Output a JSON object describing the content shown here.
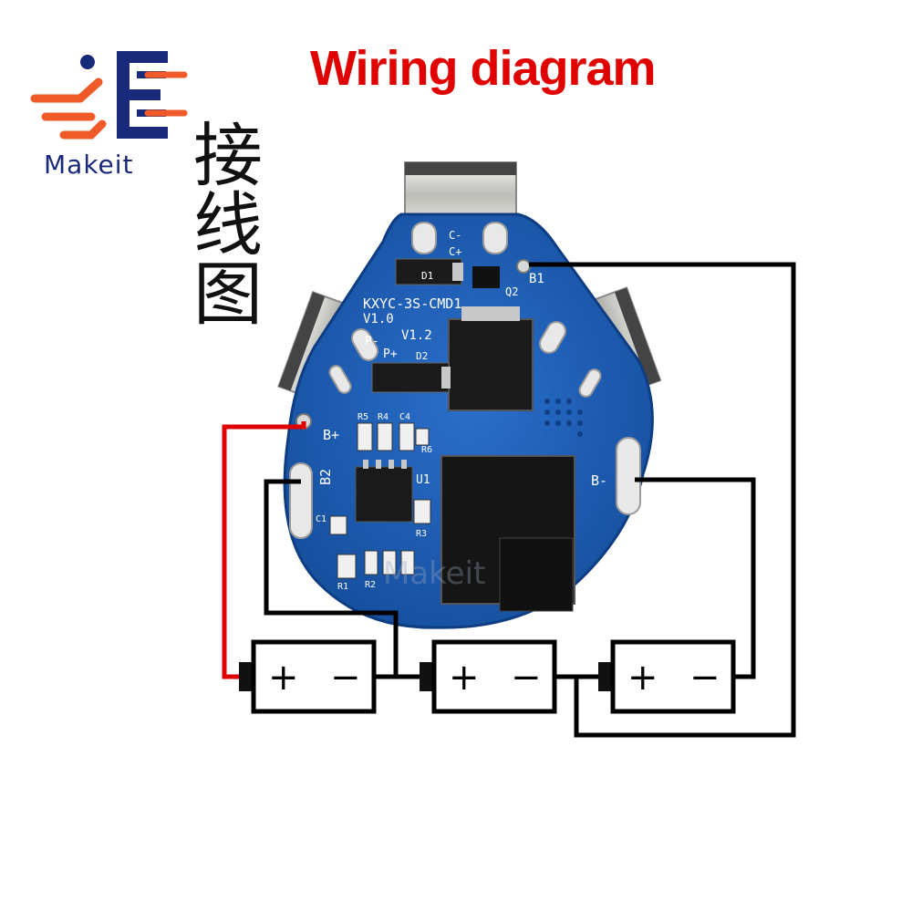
{
  "title": "Wiring diagram",
  "brand": {
    "name": "Makeit",
    "accent_color": "#f05a28",
    "primary_color": "#1a2a7a"
  },
  "vertical_label": "接线图",
  "board": {
    "model_text": "KXYC-3S-CMD1",
    "version_text": "V1.0",
    "revision_text": "V1.2",
    "pad_labels": {
      "b_plus": "B+",
      "b1": "B1",
      "b2": "B2",
      "b_minus": "B-",
      "p_plus": "P+",
      "p_minus": "P-",
      "c_minus": "C-",
      "c_plus": "C+"
    },
    "component_labels": {
      "d1": "D1",
      "d2": "D2",
      "q2": "Q2",
      "u1": "U1",
      "r1": "R1",
      "r2": "R2",
      "r3": "R3",
      "r4": "R4",
      "r5": "R5",
      "r6": "R6",
      "c1": "C1",
      "c4": "C4"
    },
    "board_color": "#1f5fb8",
    "watermark": "Makeit"
  },
  "batteries": [
    {
      "plus": "+",
      "minus": "−"
    },
    {
      "plus": "+",
      "minus": "−"
    },
    {
      "plus": "+",
      "minus": "−"
    }
  ],
  "wires": {
    "positive_color": "#e00000",
    "balance_color": "#000000"
  }
}
